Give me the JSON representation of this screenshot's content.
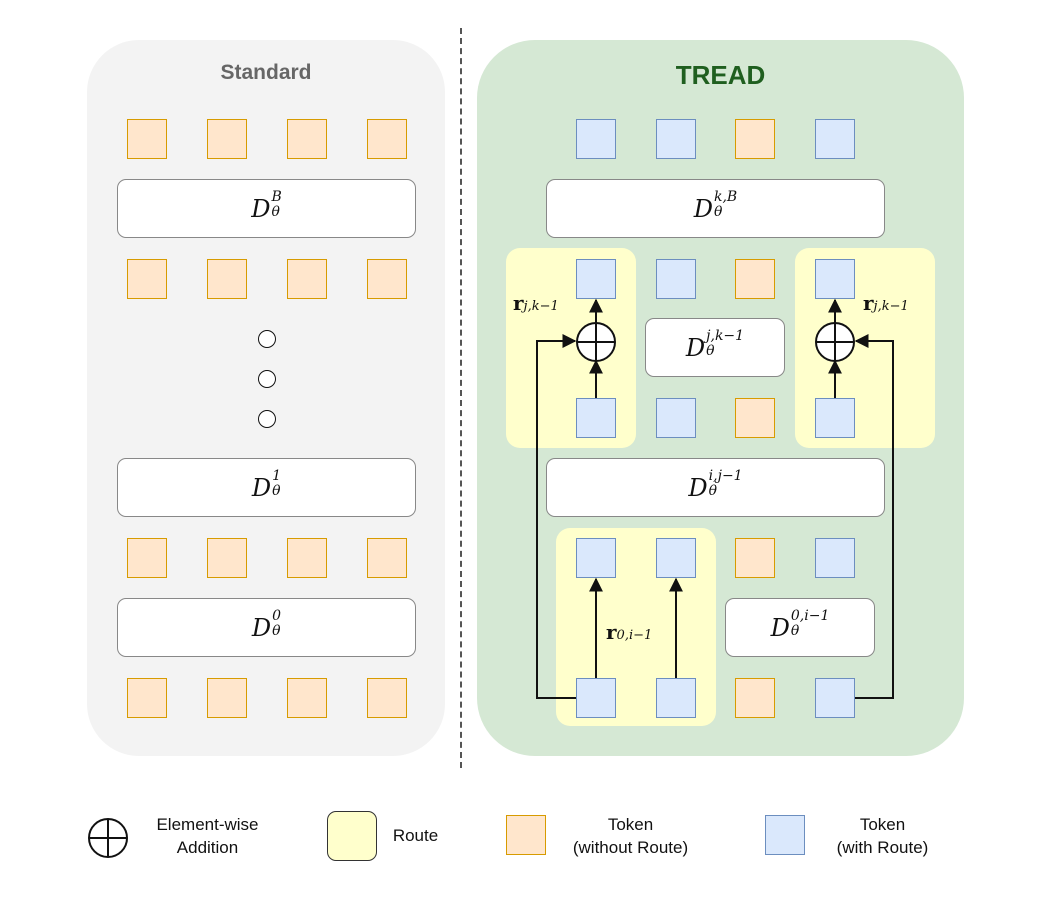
{
  "standard": {
    "title": "Standard",
    "blocks": [
      {
        "base": "D",
        "sub": "θ",
        "sup": "B"
      },
      {
        "base": "D",
        "sub": "θ",
        "sup": "1"
      },
      {
        "base": "D",
        "sub": "θ",
        "sup": "0"
      }
    ]
  },
  "tread": {
    "title": "TREAD",
    "blocks": [
      {
        "base": "D",
        "sub": "θ",
        "sup": "k,B"
      },
      {
        "base": "D",
        "sub": "θ",
        "sup": "j,k−1"
      },
      {
        "base": "D",
        "sub": "θ",
        "sup": "i,j−1"
      },
      {
        "base": "D",
        "sub": "θ",
        "sup": "0,i−1"
      }
    ],
    "route_labels": [
      {
        "base": "r",
        "sub": "j,k−1"
      },
      {
        "base": "r",
        "sub": "j,k−1"
      },
      {
        "base": "r",
        "sub": "0,i−1"
      }
    ]
  },
  "legend": {
    "addition": "Element-wise\nAddition",
    "addition_line1": "Element-wise",
    "addition_line2": "Addition",
    "route": "Route",
    "token_without_line1": "Token",
    "token_without_line2": "(without Route)",
    "token_with_line1": "Token",
    "token_with_line2": "(with Route)"
  },
  "colors": {
    "token_without_route": "#ffe6cc",
    "token_with_route": "#dae8fc",
    "route": "#ffffcc",
    "tread_panel": "#d5e8d4",
    "standard_panel": "#f3f3f3",
    "tread_title": "#1f5f1f"
  },
  "icons": [
    "plus-circle-icon"
  ]
}
